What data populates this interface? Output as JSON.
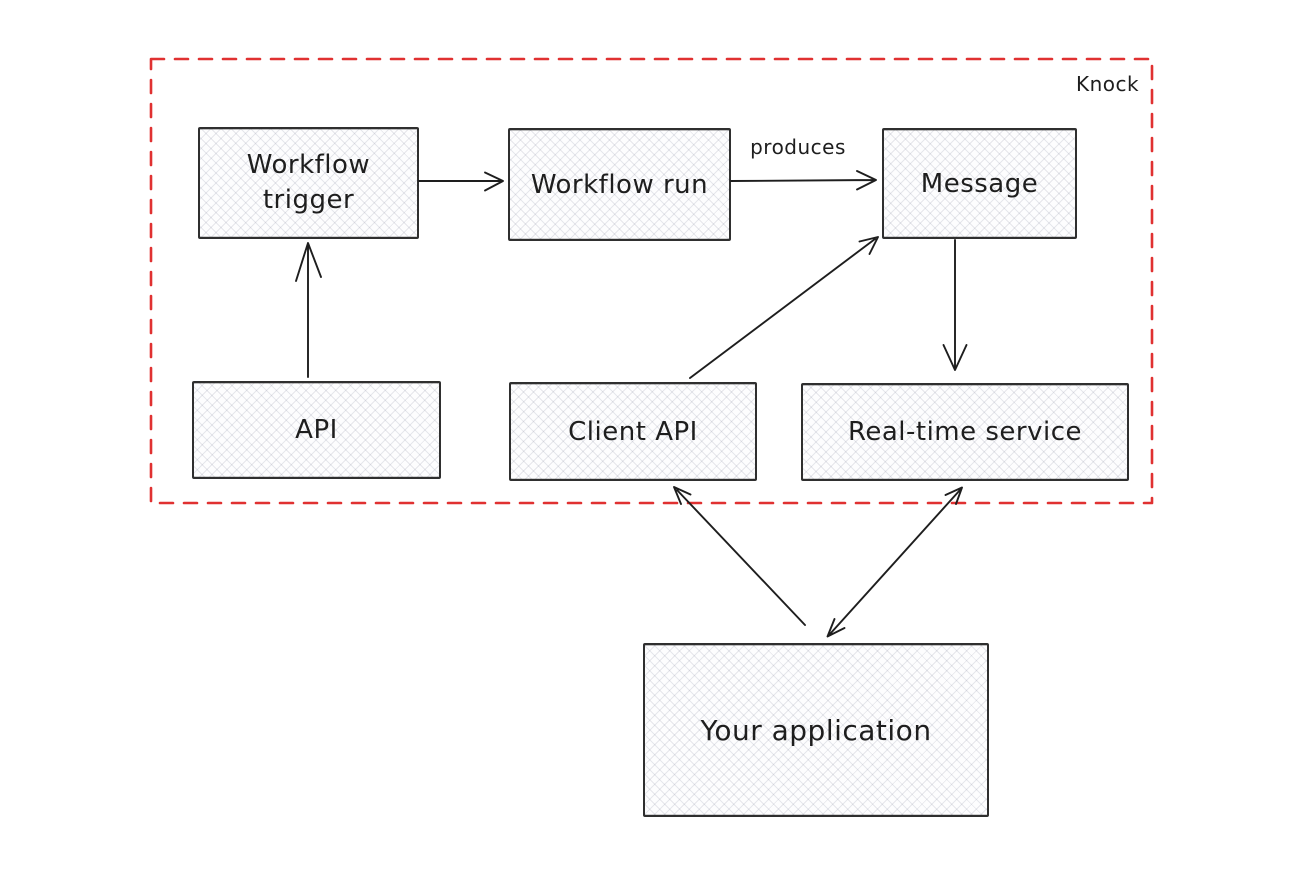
{
  "diagram": {
    "boundary_label": "Knock",
    "nodes": [
      {
        "id": "workflow-trigger",
        "label": "Workflow trigger"
      },
      {
        "id": "workflow-run",
        "label": "Workflow run"
      },
      {
        "id": "message",
        "label": "Message"
      },
      {
        "id": "api",
        "label": "API"
      },
      {
        "id": "client-api",
        "label": "Client API"
      },
      {
        "id": "realtime-service",
        "label": "Real-time service"
      },
      {
        "id": "your-application",
        "label": "Your application"
      }
    ],
    "edges": [
      {
        "from": "workflow-trigger",
        "to": "workflow-run",
        "label": "",
        "bidirectional": false
      },
      {
        "from": "workflow-run",
        "to": "message",
        "label": "produces",
        "bidirectional": false
      },
      {
        "from": "api",
        "to": "workflow-trigger",
        "label": "",
        "bidirectional": false
      },
      {
        "from": "client-api",
        "to": "message",
        "label": "",
        "bidirectional": false
      },
      {
        "from": "message",
        "to": "realtime-service",
        "label": "",
        "bidirectional": false
      },
      {
        "from": "your-application",
        "to": "client-api",
        "label": "",
        "bidirectional": false
      },
      {
        "from": "your-application",
        "to": "realtime-service",
        "label": "",
        "bidirectional": true
      }
    ],
    "colors": {
      "boundary": "#e03131",
      "node_stroke": "#2f2f2f",
      "edge_stroke": "#1e1e1e",
      "text": "#1e1e1e",
      "background": "#ffffff"
    }
  }
}
